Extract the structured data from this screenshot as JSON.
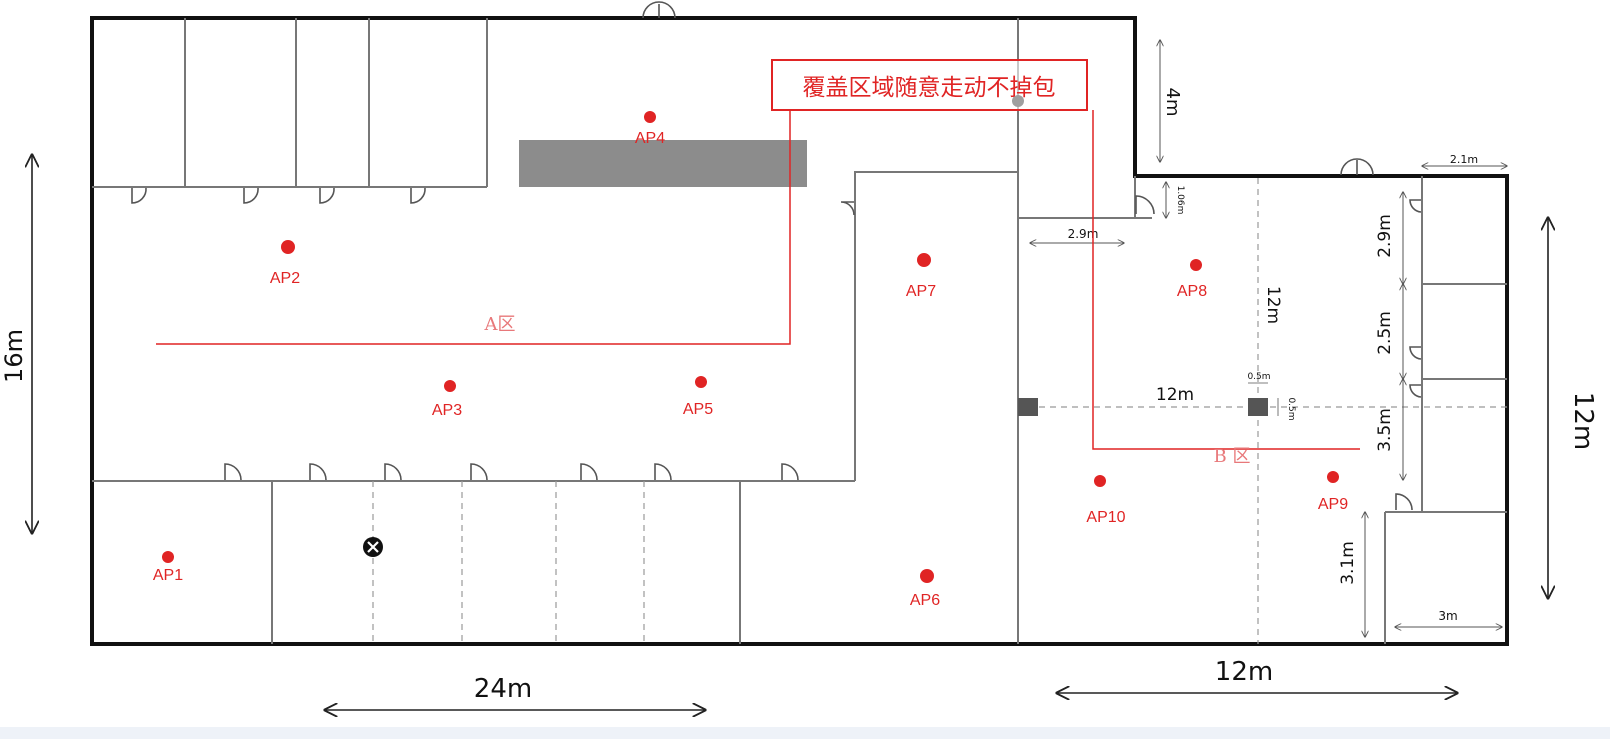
{
  "colors": {
    "wall": "#111111",
    "partition": "#777777",
    "accent": "#e02424",
    "furniture": "#8c8c8c",
    "background": "#eef2f8",
    "floor": "#ffffff"
  },
  "banner": {
    "text": "覆盖区域随意走动不掉包"
  },
  "zones": {
    "a_label": "A区",
    "b_label": "B 区"
  },
  "access_points": [
    {
      "id": "AP1",
      "label": "AP1"
    },
    {
      "id": "AP2",
      "label": "AP2"
    },
    {
      "id": "AP3",
      "label": "AP3"
    },
    {
      "id": "AP4",
      "label": "AP4"
    },
    {
      "id": "AP5",
      "label": "AP5"
    },
    {
      "id": "AP6",
      "label": "AP6"
    },
    {
      "id": "AP7",
      "label": "AP7"
    },
    {
      "id": "AP8",
      "label": "AP8"
    },
    {
      "id": "AP9",
      "label": "AP9"
    },
    {
      "id": "AP10",
      "label": "AP10"
    }
  ],
  "dimensions": {
    "left_height": "16m",
    "bottom_width_a": "24m",
    "bottom_width_b": "12m",
    "right_height": "12m",
    "corridor_height": "4m",
    "corridor_width": "2.9m",
    "door_width": "1.06m",
    "room_width_top": "2.1m",
    "room_2": "2.9m",
    "room_3": "2.5m",
    "room_4": "3.5m",
    "room_5": "3.1m",
    "room_width_bottom": "3m",
    "b_horizontal": "12m",
    "b_vertical": "12m",
    "pillar_w": "0.5m",
    "pillar_h": "0.5m"
  }
}
